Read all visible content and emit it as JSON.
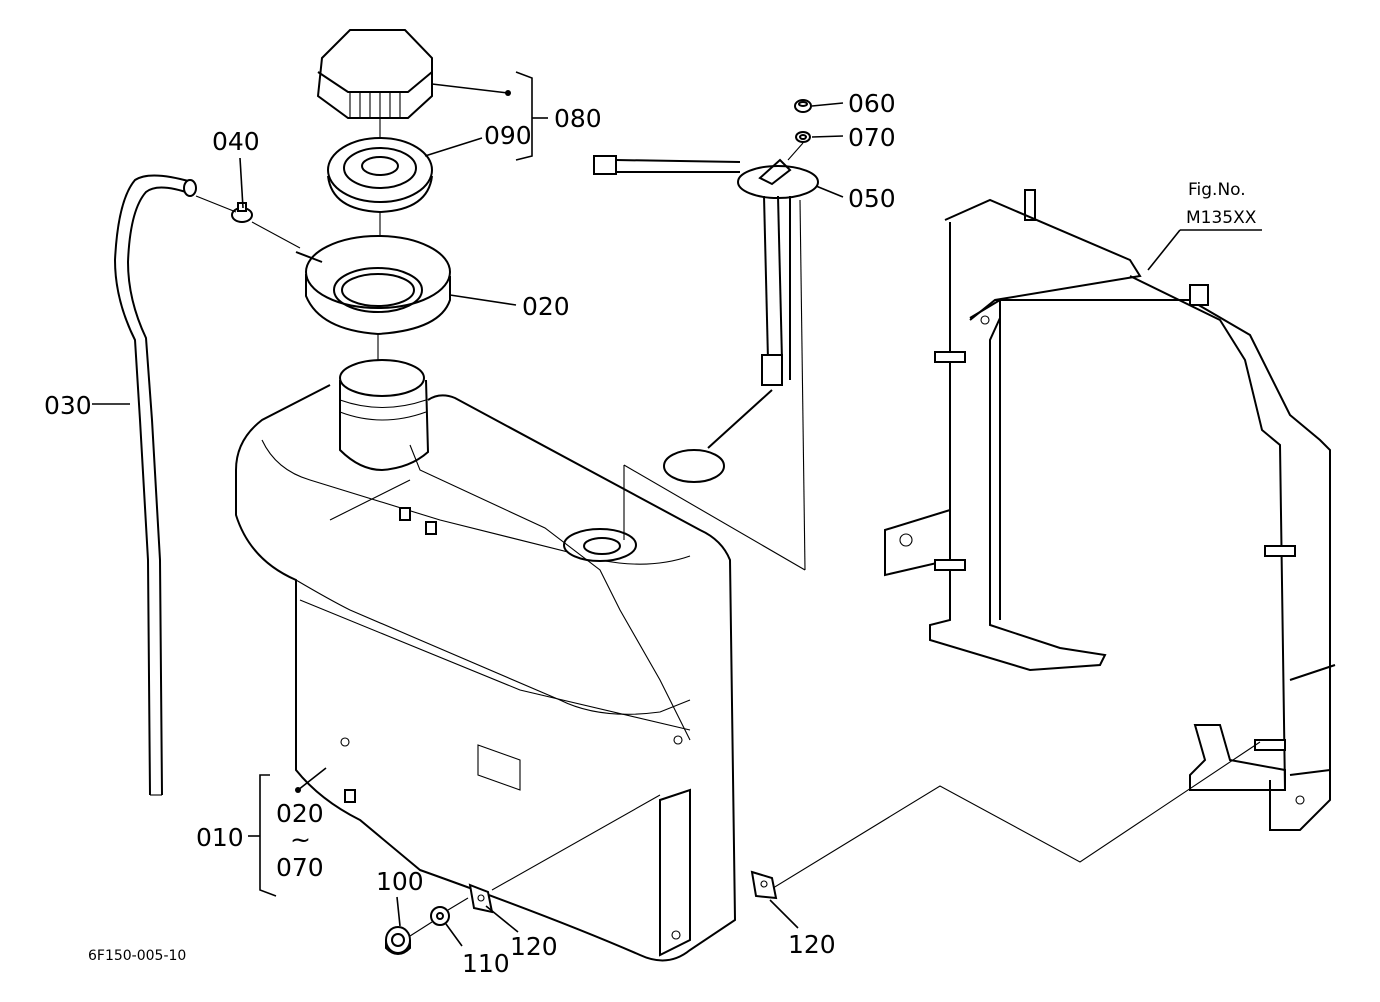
{
  "figure": {
    "code": "6F150-005-10",
    "reference_title": "Fig.No.",
    "reference_code": "M135XX"
  },
  "callouts": {
    "c010": "010",
    "c020_range": "020",
    "range_tilde": "~",
    "c070_range": "070",
    "c020": "020",
    "c030": "030",
    "c040": "040",
    "c050": "050",
    "c060": "060",
    "c070": "070",
    "c080": "080",
    "c090": "090",
    "c100": "100",
    "c110": "110",
    "c120_left": "120",
    "c120_right": "120"
  }
}
